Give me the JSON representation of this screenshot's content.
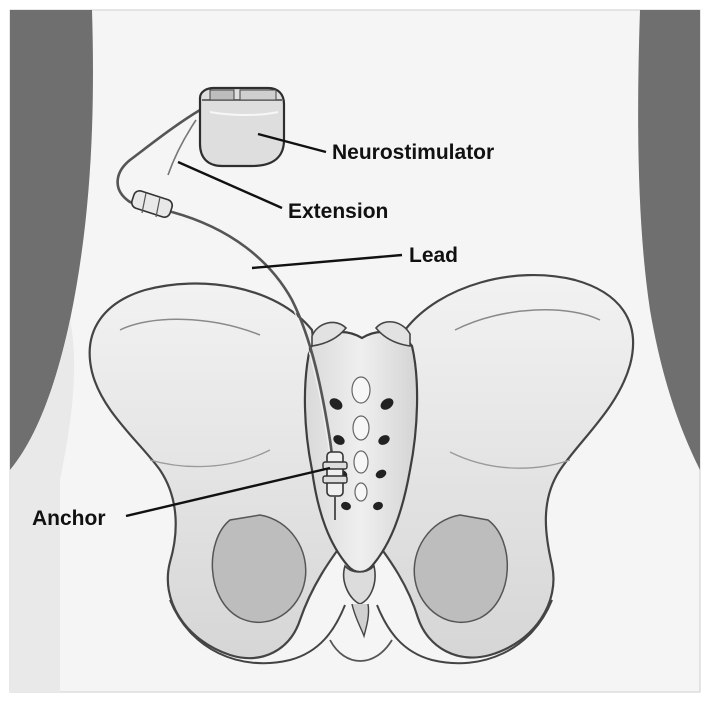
{
  "diagram": {
    "labels": {
      "neurostimulator": "Neurostimulator",
      "extension": "Extension",
      "lead": "Lead",
      "anchor": "Anchor"
    },
    "colors": {
      "background": "#ffffff",
      "skin_shadow": "#6d6d6d",
      "body": "#f4f4f4",
      "bone_fill": "#e6e6e6",
      "bone_stroke": "#4a4a4a",
      "device_fill": "#dcdcdc",
      "text": "#111111"
    }
  }
}
